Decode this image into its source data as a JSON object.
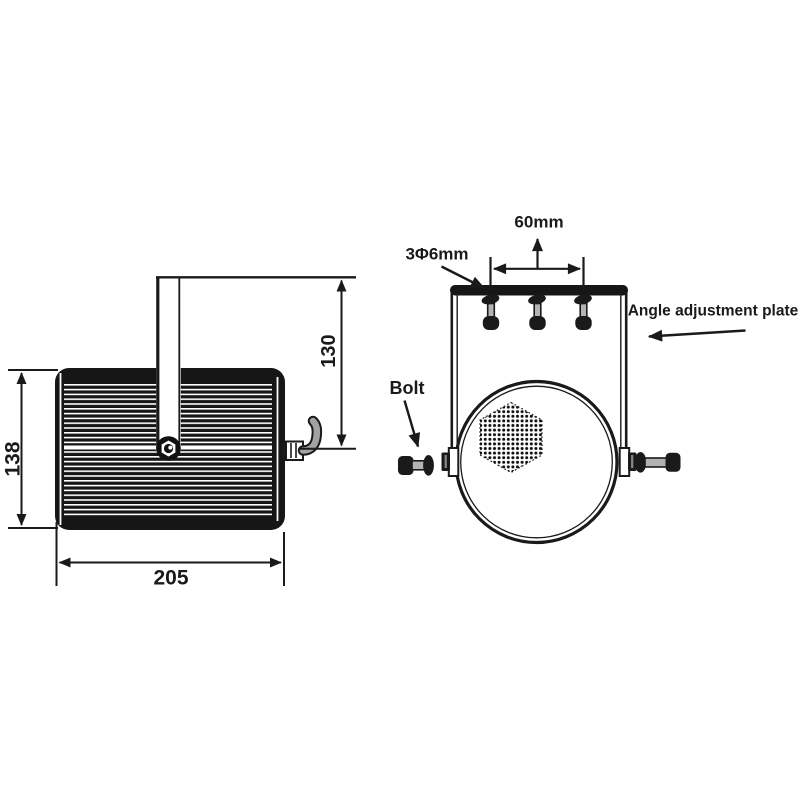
{
  "drawing": {
    "background": "#ffffff",
    "ink_color": "#1a1a1a",
    "cable_color": "#a2a2a2",
    "side_view": {
      "height_dim": "138",
      "width_dim": "205",
      "bracket_height_dim": "130"
    },
    "front_view": {
      "hole_spacing_dim": "60mm",
      "hole_spec_dim": "3Φ6mm",
      "bolt_label": "Bolt",
      "plate_label": "Angle adjustment plate"
    }
  }
}
